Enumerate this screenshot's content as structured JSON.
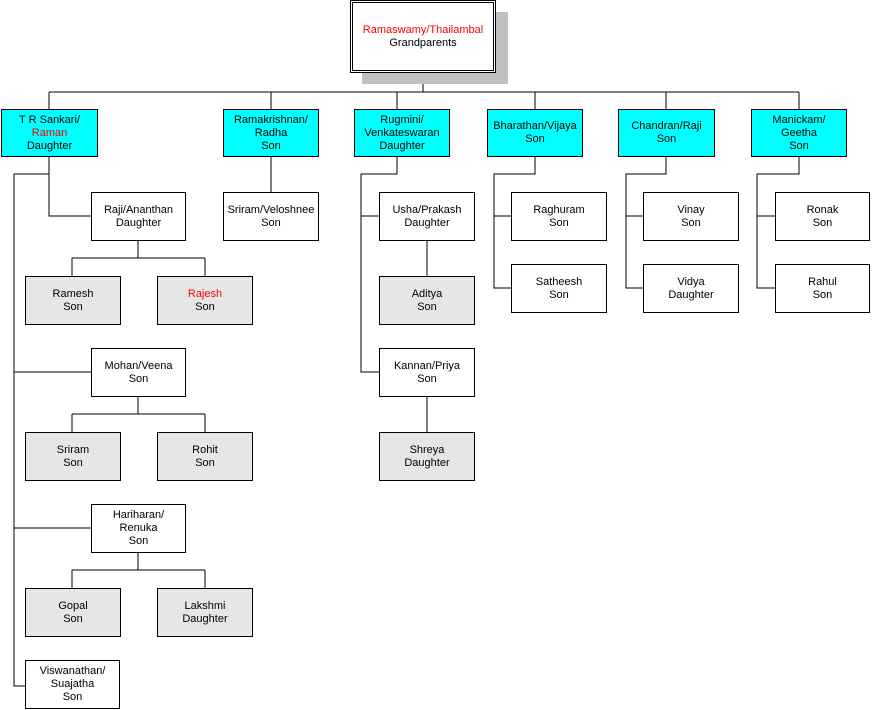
{
  "root": {
    "name": "Ramaswamy/Thailambal",
    "relation": "Grandparents"
  },
  "children": [
    {
      "name": "T R Sankari/",
      "name2": "Raman",
      "relation": "Daughter"
    },
    {
      "name": "Ramakrishnan/",
      "name2": "Radha",
      "relation": "Son"
    },
    {
      "name": "Rugmini/",
      "name2": "Venkateswaran",
      "relation": "Daughter"
    },
    {
      "name": "Bharathan/Vijaya",
      "relation": "Son"
    },
    {
      "name": "Chandran/Raji",
      "relation": "Son"
    },
    {
      "name": "Manickam/",
      "name2": "Geetha",
      "relation": "Son"
    }
  ],
  "grandchildren": {
    "raji": {
      "name": "Raji/Ananthan",
      "relation": "Daughter"
    },
    "mohan": {
      "name": "Mohan/Veena",
      "relation": "Son"
    },
    "hariharan": {
      "name": "Hariharan/",
      "name2": "Renuka",
      "relation": "Son"
    },
    "viswanathan": {
      "name": "Viswanathan/",
      "name2": "Suajatha",
      "relation": "Son"
    },
    "sriram_v": {
      "name": "Sriram/Veloshnee",
      "relation": "Son"
    },
    "usha": {
      "name": "Usha/Prakash",
      "relation": "Daughter"
    },
    "kannan": {
      "name": "Kannan/Priya",
      "relation": "Son"
    },
    "raghuram": {
      "name": "Raghuram",
      "relation": "Son"
    },
    "satheesh": {
      "name": "Satheesh",
      "relation": "Son"
    },
    "vinay": {
      "name": "Vinay",
      "relation": "Son"
    },
    "vidya": {
      "name": "Vidya",
      "relation": "Daughter"
    },
    "ronak": {
      "name": "Ronak",
      "relation": "Son"
    },
    "rahul": {
      "name": "Rahul",
      "relation": "Son"
    }
  },
  "great_grandchildren": {
    "ramesh": {
      "name": "Ramesh",
      "relation": "Son"
    },
    "rajesh": {
      "name": "Rajesh",
      "relation": "Son"
    },
    "sriram": {
      "name": "Sriram",
      "relation": "Son"
    },
    "rohit": {
      "name": "Rohit",
      "relation": "Son"
    },
    "gopal": {
      "name": "Gopal",
      "relation": "Son"
    },
    "lakshmi": {
      "name": "Lakshmi",
      "relation": "Daughter"
    },
    "aditya": {
      "name": "Aditya",
      "relation": "Son"
    },
    "shreya": {
      "name": "Shreya",
      "relation": "Daughter"
    }
  },
  "colors": {
    "child_fill": "#00ffff",
    "leaf_fill": "#e6e6e6",
    "highlight_text": "#ff0000",
    "shadow": "#c0c0c0"
  }
}
